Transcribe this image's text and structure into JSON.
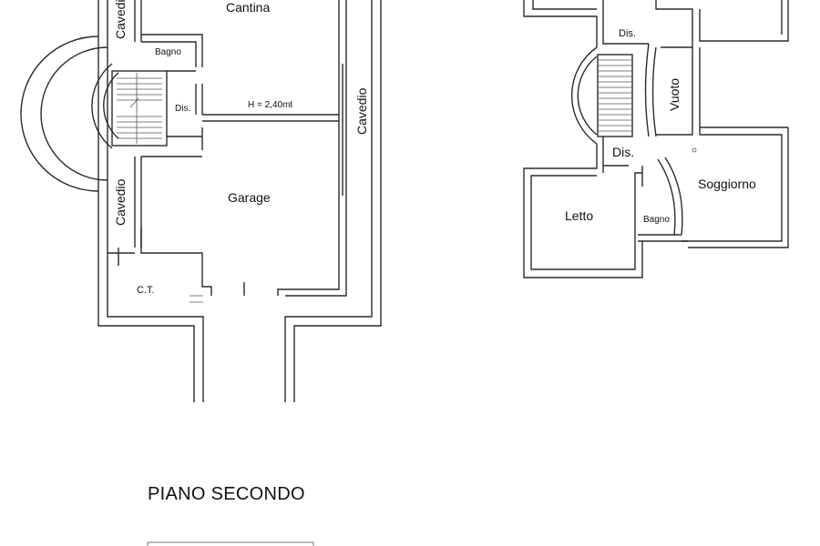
{
  "floor_plan": {
    "title": "PIANO SECONDO",
    "left_unit": {
      "cantina": "Cantina",
      "bagno": "Bagno",
      "dis": "Dis.",
      "height_note": "H = 2,40mt",
      "cavedio_top": "Cavedio",
      "cavedio_right": "Cavedio",
      "cavedio_left": "Cavedio",
      "garage": "Garage",
      "ct": "C.T."
    },
    "right_unit": {
      "dis_top": "Dis.",
      "vuoto": "Vuoto",
      "dis_mid": "Dis.",
      "soggiorno": "Soggiorno",
      "letto": "Letto",
      "bagno": "Bagno"
    }
  }
}
